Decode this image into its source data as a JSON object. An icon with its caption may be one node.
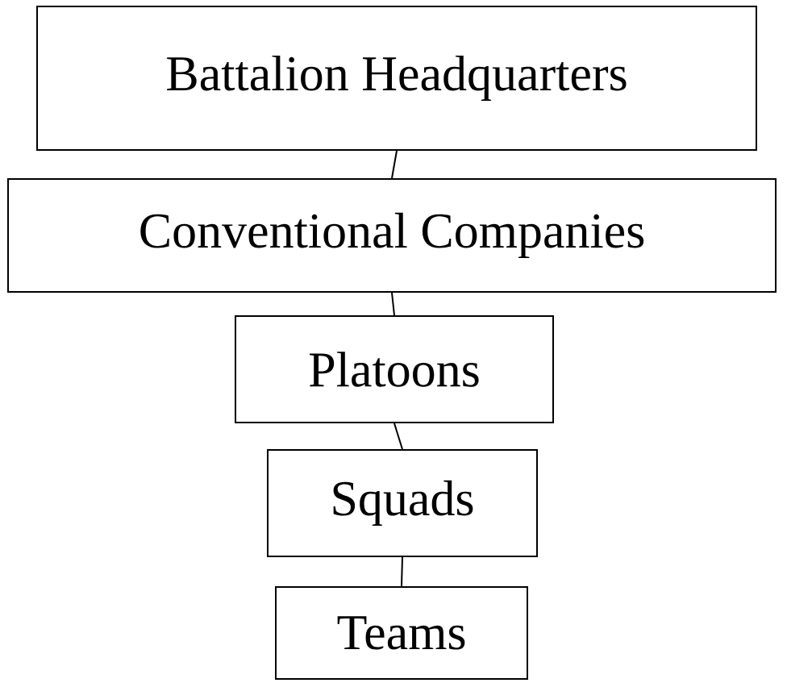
{
  "diagram": {
    "nodes": [
      {
        "text": [
          "Battalion Headquarters"
        ]
      },
      {
        "text": [
          "Conventional Companies"
        ]
      },
      {
        "text": [
          "Platoons"
        ]
      },
      {
        "text": [
          "Squads"
        ]
      },
      {
        "text": [
          "Teams"
        ]
      }
    ],
    "edges": [
      {
        "from": 0,
        "to": 1,
        "arrow": "none"
      },
      {
        "from": 1,
        "to": 2,
        "arrow": "none"
      },
      {
        "from": 2,
        "to": 3,
        "arrow": "none"
      },
      {
        "from": 3,
        "to": 4,
        "arrow": "none"
      }
    ]
  }
}
